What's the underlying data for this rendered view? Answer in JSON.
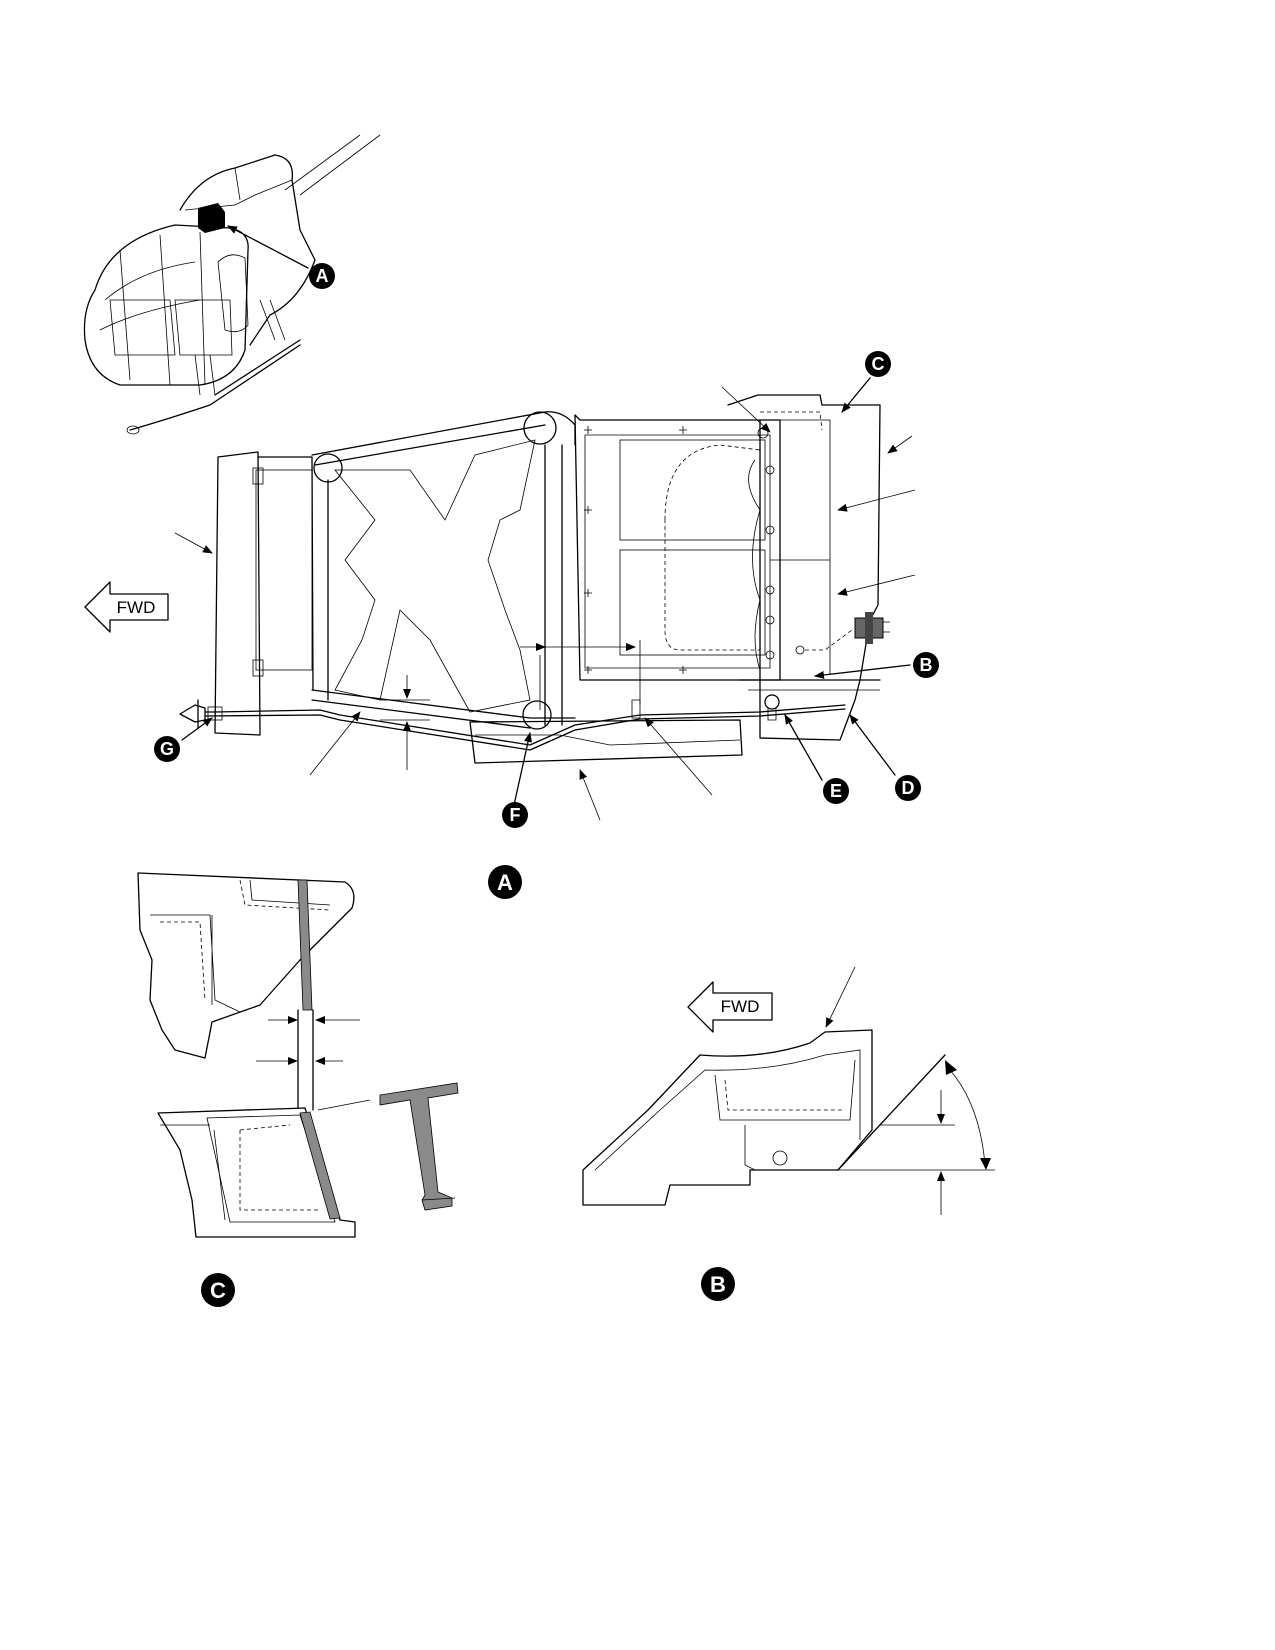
{
  "callouts": {
    "a": "A",
    "b": "B",
    "c": "C",
    "d": "D",
    "e": "E",
    "f": "F",
    "g": "G"
  },
  "fwd_labels": {
    "main": "FWD",
    "detail_b": "FWD"
  },
  "detail_views": {
    "a": "A",
    "b": "B",
    "c": "C"
  }
}
